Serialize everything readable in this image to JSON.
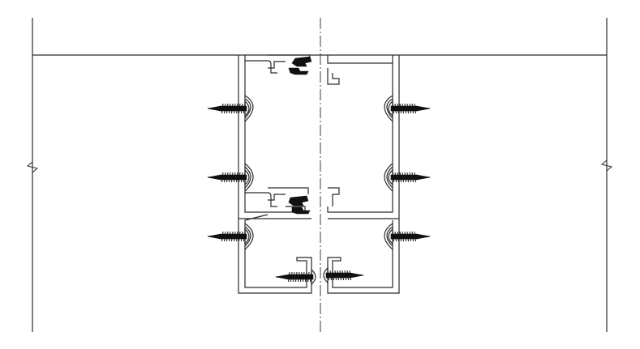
{
  "drawing": {
    "type": "cad-section",
    "background": "#ffffff",
    "line_color": "#2a2a2a",
    "fill_color": "#111111",
    "screws": [
      {
        "name": "screw-upper-left",
        "side": "left"
      },
      {
        "name": "screw-upper-right",
        "side": "right"
      },
      {
        "name": "screw-middle-left",
        "side": "left"
      },
      {
        "name": "screw-middle-right",
        "side": "right"
      },
      {
        "name": "screw-lower-left",
        "side": "left"
      },
      {
        "name": "screw-lower-right",
        "side": "right"
      },
      {
        "name": "screw-bottom-left",
        "side": "left"
      },
      {
        "name": "screw-bottom-right",
        "side": "right"
      }
    ]
  }
}
